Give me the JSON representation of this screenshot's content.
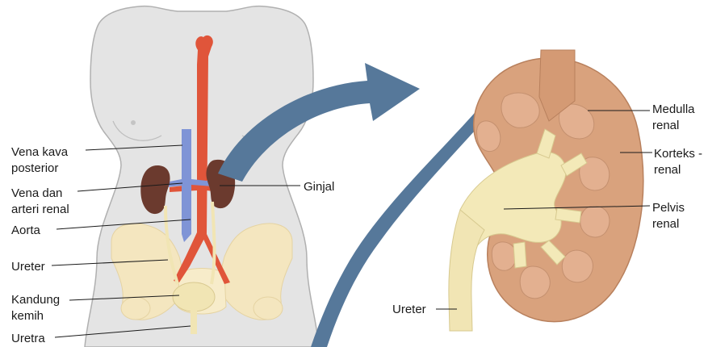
{
  "left_labels": {
    "vena_kava": [
      "Vena kava",
      "posterior"
    ],
    "vena_arteri": [
      "Vena dan",
      "arteri renal"
    ],
    "aorta": [
      "Aorta"
    ],
    "ureter": [
      "Ureter"
    ],
    "kandung": [
      "Kandung",
      "kemih"
    ],
    "uretra": [
      "Uretra"
    ],
    "ginjal": [
      "Ginjal"
    ]
  },
  "right_labels": {
    "medulla": [
      "Medulla",
      "renal"
    ],
    "korteks": [
      "Korteks -",
      "renal"
    ],
    "pelvis": [
      "Pelvis",
      "renal"
    ],
    "ureter": [
      "Ureter"
    ]
  },
  "colors": {
    "skin": "#e4e4e4",
    "skin_outline": "#b0b0b0",
    "aorta": "#e0553a",
    "vena": "#7f94d6",
    "kidney": "#6b3a2e",
    "bone": "#f4e6bf",
    "ureter": "#f1e5b4",
    "arrow": "#56789a",
    "cortex": "#d9a27d",
    "medulla": "#e3b090",
    "pelvis": "#f3e9b8"
  }
}
